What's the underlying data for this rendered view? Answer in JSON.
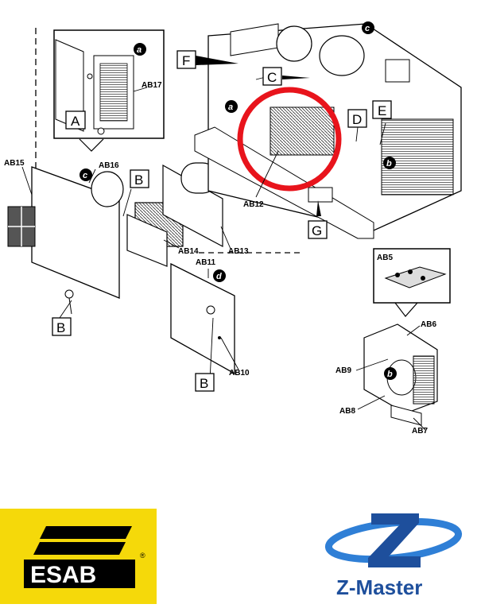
{
  "diagram": {
    "part_labels": [
      {
        "id": "ab17",
        "text": "AB17"
      },
      {
        "id": "ab15",
        "text": "AB15"
      },
      {
        "id": "ab16",
        "text": "AB16"
      },
      {
        "id": "ab12",
        "text": "AB12"
      },
      {
        "id": "ab13",
        "text": "AB13"
      },
      {
        "id": "ab14",
        "text": "AB14"
      },
      {
        "id": "ab11",
        "text": "AB11"
      },
      {
        "id": "ab10",
        "text": "AB10"
      },
      {
        "id": "ab5",
        "text": "AB5"
      },
      {
        "id": "ab6",
        "text": "AB6"
      },
      {
        "id": "ab9",
        "text": "AB9"
      },
      {
        "id": "ab8",
        "text": "AB8"
      },
      {
        "id": "ab7",
        "text": "AB7"
      }
    ],
    "boxed_letters": [
      "A",
      "B",
      "C",
      "D",
      "E",
      "F",
      "G"
    ],
    "circle_letters": [
      "a",
      "b",
      "c",
      "d"
    ],
    "highlight_color": "#e8141c"
  },
  "logos": {
    "esab": {
      "text": "ESAB",
      "registered": "®",
      "background": "#f5d90a"
    },
    "zmaster": {
      "text": "Z-Master",
      "color": "#1e4f9c",
      "accent": "#2f7fd6"
    }
  }
}
